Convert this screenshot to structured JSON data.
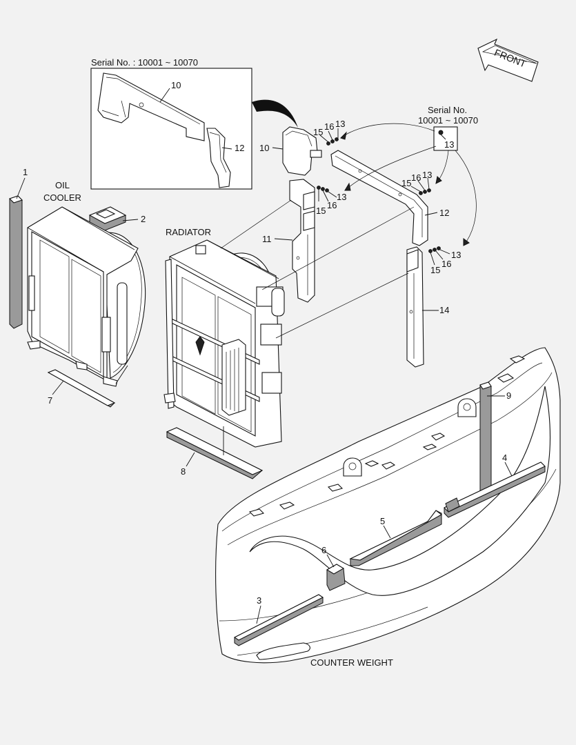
{
  "callouts": {
    "c1": "1",
    "c2": "2",
    "c3": "3",
    "c4": "4",
    "c5": "5",
    "c6": "6",
    "c7": "7",
    "c8": "8",
    "c9": "9",
    "c10_box": "10",
    "c12_box": "12",
    "c10": "10",
    "c11": "11",
    "c12": "12",
    "c14": "14",
    "g1_15": "15",
    "g1_16": "16",
    "g1_13": "13",
    "g2_15": "15",
    "g2_16": "16",
    "g2_13": "13",
    "g3_15": "15",
    "g3_16": "16",
    "g3_13": "13",
    "g4_15": "15",
    "g4_16": "16",
    "g4_13": "13",
    "serial_box_13": "13"
  },
  "captions": {
    "oil_cooler_line1": "OIL",
    "oil_cooler_line2": "COOLER",
    "radiator": "RADIATOR",
    "counter_weight": "COUNTER WEIGHT",
    "front": "FRONT"
  },
  "serial_notes": {
    "inset": "Serial No. : 10001 ~ 10070",
    "right_line1": "Serial No.",
    "right_line2": "10001 ~ 10070"
  }
}
